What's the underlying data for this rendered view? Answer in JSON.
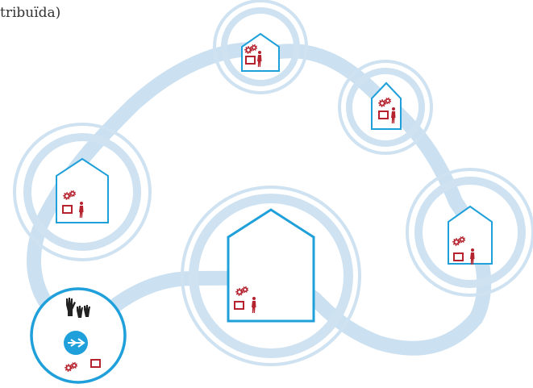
{
  "caption": "tribuïda)",
  "colors": {
    "ring": "#cfe2f1",
    "path": "#a9cbe6",
    "house": "#1fa0da",
    "accent": "#b5232f",
    "hub": "#1fa0da",
    "people": "#222222"
  },
  "nodes": [
    {
      "name": "house-node-top",
      "icons": [
        "gears-icon",
        "screen-icon",
        "person-icon"
      ]
    },
    {
      "name": "house-node-upper-right",
      "icons": [
        "gears-icon",
        "screen-icon",
        "person-icon"
      ]
    },
    {
      "name": "house-node-left",
      "icons": [
        "gears-icon",
        "screen-icon",
        "person-icon"
      ]
    },
    {
      "name": "house-node-center",
      "icons": [
        "gears-icon",
        "screen-icon",
        "person-icon"
      ]
    },
    {
      "name": "house-node-right",
      "icons": [
        "gears-icon",
        "screen-icon",
        "person-icon"
      ]
    },
    {
      "name": "hub-node",
      "icons": [
        "raised-hands-icon",
        "network-hub-icon",
        "gears-icon",
        "screen-icon"
      ]
    }
  ]
}
